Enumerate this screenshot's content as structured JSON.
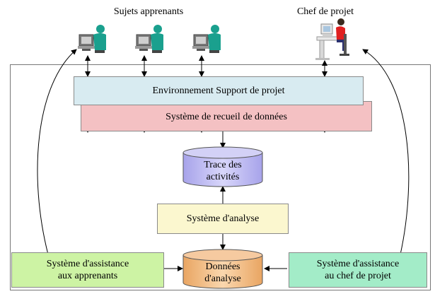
{
  "header": {
    "learners_label": "Sujets apprenants",
    "project_lead_label": "Chef de projet"
  },
  "diagram": {
    "support_env": "Environnement Support de projet",
    "data_collection": "Système de recueil de données",
    "activity_trace": {
      "line1": "Trace des",
      "line2": "activités"
    },
    "analysis_system": "Système d'analyse",
    "analysis_data": {
      "line1": "Données",
      "line2": "d'analyse"
    },
    "learner_assist": {
      "line1": "Système d'assistance",
      "line2": "aux apprenants"
    },
    "lead_assist": {
      "line1": "Système d'assistance",
      "line2": "au chef de projet"
    }
  },
  "colors": {
    "support_env": "#d8ebf1",
    "data_collection": "#f4c1c3",
    "activity_trace": "#c8c5f4",
    "analysis_system": "#fbf7cf",
    "analysis_data": "#f5c38f",
    "learner_assist": "#cdf3a4",
    "lead_assist": "#a3ecc8",
    "figure_teal": "#1aa08e",
    "figure_red": "#e02020"
  },
  "icons": {
    "learner": "learner-at-computer-icon",
    "project_lead": "project-lead-at-workstation-icon"
  }
}
